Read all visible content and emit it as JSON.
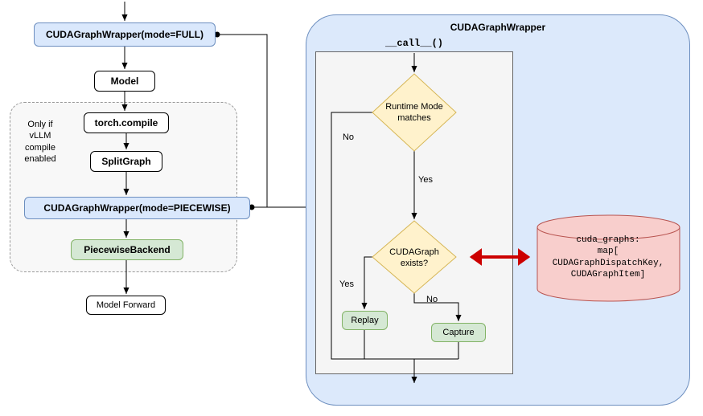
{
  "colors": {
    "blue_fill": "#dae8fc",
    "blue_border": "#6c8ebf",
    "green_fill": "#d5e8d4",
    "green_border": "#82b366",
    "yellow_fill": "#fff2cc",
    "yellow_border": "#d6b656",
    "pink_fill": "#f8cecc",
    "pink_border": "#b85450",
    "panel_fill": "#dce9fb",
    "inner_fill": "#f5f5f5",
    "red_arrow": "#cc0000"
  },
  "left_flow": {
    "wrapper_full_label": "CUDAGraphWrapper(mode=FULL)",
    "model_label": "Model",
    "dashed_note": "Only if\nvLLM\ncompile\nenabled",
    "torch_compile_label": "torch.compile",
    "split_graph_label": "SplitGraph",
    "wrapper_piecewise_label": "CUDAGraphWrapper(mode=PIECEWISE)",
    "piecewise_backend_label": "PiecewiseBackend",
    "model_forward_label": "Model Forward"
  },
  "panel": {
    "title": "CUDAGraphWrapper",
    "call_label": "__call__()",
    "runtime_diamond_label": "Runtime Mode\nmatches",
    "exists_diamond_label": "CUDAGraph\nexists?",
    "yes_label": "Yes",
    "no_label": "No",
    "replay_label": "Replay",
    "capture_label": "Capture",
    "store_label": "cuda_graphs:\nmap[\nCUDAGraphDispatchKey,\nCUDAGraphItem]"
  }
}
